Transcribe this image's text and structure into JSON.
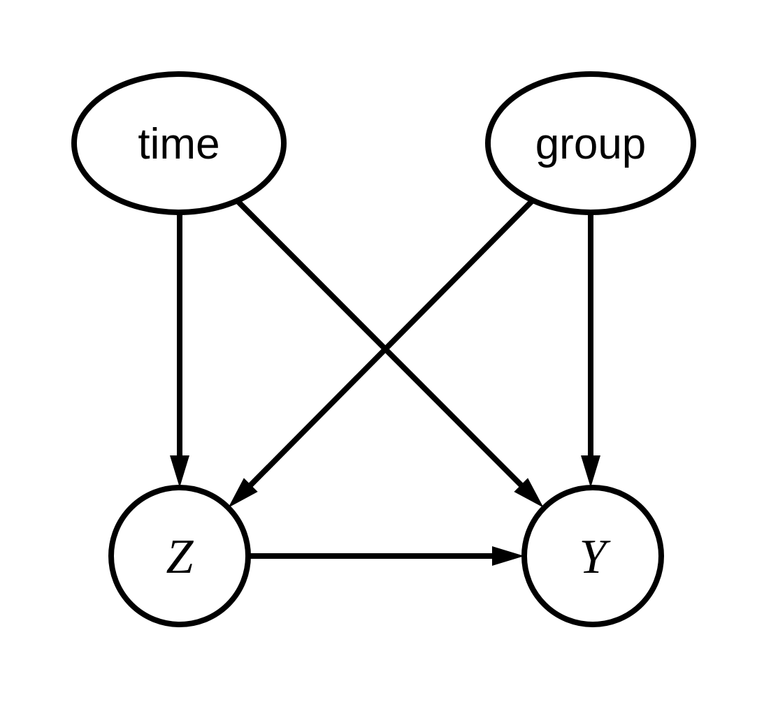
{
  "page": {
    "background_color": "#ffffff"
  },
  "diagram": {
    "type": "causal-dag",
    "stroke_color": "#000000",
    "text_color": "#000000",
    "nodes": [
      {
        "id": "time",
        "label": "time",
        "shape": "ellipse",
        "role": "top-left"
      },
      {
        "id": "group",
        "label": "group",
        "shape": "ellipse",
        "role": "top-right"
      },
      {
        "id": "Z",
        "label": "Z",
        "shape": "circle",
        "role": "bottom-left"
      },
      {
        "id": "Y",
        "label": "Y",
        "shape": "circle",
        "role": "bottom-right"
      }
    ],
    "edges": [
      {
        "from": "time",
        "to": "Z",
        "style": "arrow"
      },
      {
        "from": "time",
        "to": "Y",
        "style": "arrow"
      },
      {
        "from": "group",
        "to": "Z",
        "style": "arrow"
      },
      {
        "from": "group",
        "to": "Y",
        "style": "arrow"
      },
      {
        "from": "Z",
        "to": "Y",
        "style": "arrow"
      }
    ]
  }
}
